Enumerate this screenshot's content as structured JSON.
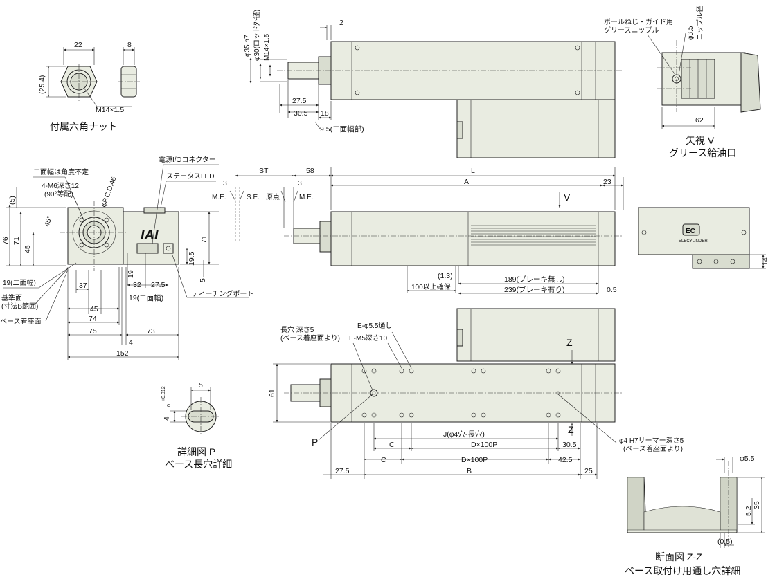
{
  "captions": {
    "nut": "付属六角ナット",
    "view_v_1": "矢視 V",
    "view_v_2": "グリース給油口",
    "detail_p_1": "詳細図 P",
    "detail_p_2": "ベース長穴詳細",
    "section_zz_1": "断面図 Z-Z",
    "section_zz_2": "ベース取付け用通し穴詳細"
  },
  "nut_view": {
    "width": "22",
    "thickness": "8",
    "across_corners": "(25.4)",
    "thread": "M14×1.5"
  },
  "rod_end": {
    "rod_dia": "φ35 h7",
    "rod_outer": "φ30(ロッド外径)",
    "thread": "M14×1.5",
    "gap": "2",
    "d27_5": "27.5",
    "d30_5": "30.5",
    "d18": "18",
    "flats": "9.5(二面幅部)"
  },
  "view_v": {
    "grease_label_1": "ボールねじ・ガイド用",
    "grease_label_2": "グリースニップル",
    "nipple_1": "φ3.5",
    "nipple_2": "ニップル径",
    "width": "62"
  },
  "end_view": {
    "connector_label": "電源I/Oコネクター",
    "led_label": "ステータスLED",
    "flat_label": "二面幅は角度不定",
    "tap_label_1": "4-M6深さ12",
    "tap_label_2": "(90°等配)",
    "pcd": "φP.C.D.46",
    "angle": "45°",
    "d5": "(5)",
    "d76": "76",
    "d71a": "71",
    "d45": "45",
    "d71b": "71",
    "d19_5": "19.5",
    "d5b": "5",
    "d19v": "19",
    "d32": "32",
    "d27_5": "27.5",
    "flats19": "19(二面幅)",
    "flats19b": "19(二面幅)",
    "teaching": "ティーチングポート",
    "d37": "37",
    "d45h": "45",
    "d74": "74",
    "d75": "75",
    "d73": "73",
    "d4": "4",
    "d152": "152",
    "base_ref_1": "基準面",
    "base_ref_2": "(寸法B範囲)",
    "base_seat": "ベース着座面",
    "brand": "IAI"
  },
  "top_view": {
    "st": "ST",
    "d58": "58",
    "L": "L",
    "A": "A",
    "d23": "23",
    "d3a": "3",
    "d3b": "3",
    "me1": "M.E.",
    "se": "S.E.",
    "origin": "原点",
    "me2": "M.E.",
    "arrow_v": "V",
    "d1_3": "(1.3)",
    "confirm": "100以上確保",
    "brake1": "189(ブレーキ無し)",
    "brake2": "239(ブレーキ有り)",
    "d0_5": "0.5"
  },
  "motor_end": {
    "logo": "ELECYLINDER",
    "mark": "EC",
    "d14": "14"
  },
  "bottom_view": {
    "slot_1": "長穴 深さ5",
    "slot_2": "(ベース着座面より)",
    "holes_1": "E-φ5.5通し",
    "holes_2": "E-M5深さ10",
    "z": "Z",
    "z2": "Z",
    "d61": "61",
    "p": "P",
    "J": "J(φ4穴-長穴)",
    "C1": "C",
    "D1": "D×100P",
    "d30_5": "30.5",
    "C2": "C",
    "D2": "D×100P",
    "d42_5": "42.5",
    "d27_5": "27.5",
    "B": "B",
    "d25": "25",
    "pin_1": "φ4 H7リーマー深さ5",
    "pin_2": "(ベース着座面より)"
  },
  "detail_p": {
    "d5": "5",
    "tol": "4",
    "tol_up": "+0.012",
    "tol_lo": "0"
  },
  "section_zz": {
    "d5_5": "φ5.5",
    "d35": "35",
    "d5_2": "5.2",
    "d0_5": "(0.5)"
  }
}
